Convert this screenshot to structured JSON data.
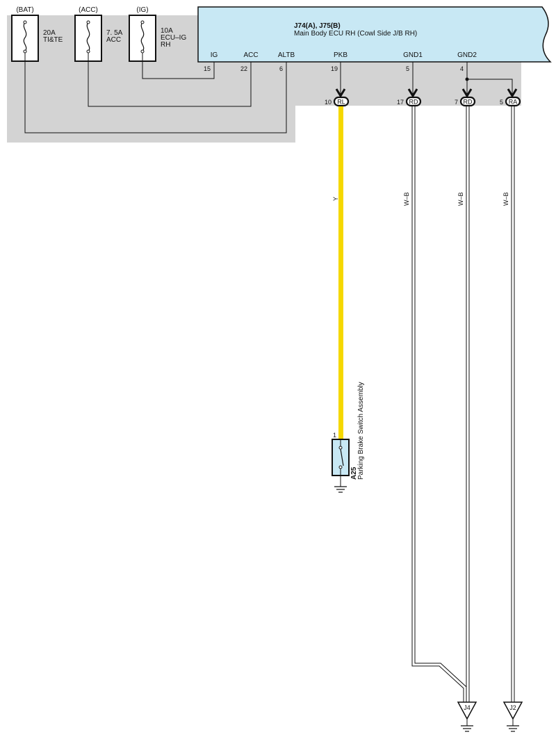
{
  "ecu": {
    "connectors": "J74(A), J75(B)",
    "name": "Main Body ECU RH (Cowl Side J/B RH)",
    "pins": {
      "ig": {
        "label": "IG",
        "num": "15"
      },
      "acc": {
        "label": "ACC",
        "num": "22"
      },
      "altb": {
        "label": "ALTB",
        "num": "6"
      },
      "pkb": {
        "label": "PKB",
        "num": "19"
      },
      "gnd1": {
        "label": "GND1",
        "num": "5"
      },
      "gnd2": {
        "label": "GND2",
        "num": "4"
      }
    }
  },
  "fuses": {
    "bat": {
      "source": "(BAT)",
      "rating": "20A",
      "name": "TI&TE"
    },
    "acc": {
      "source": "(ACC)",
      "rating": "7. 5A",
      "name": "ACC"
    },
    "ig": {
      "source": "(IG)",
      "rating": "10A",
      "name_line1": "ECU–IG",
      "name_line2": "RH"
    }
  },
  "junctions": {
    "rl": {
      "num": "10",
      "code": "RL"
    },
    "rd1": {
      "num": "17",
      "code": "RD"
    },
    "rd2": {
      "num": "7",
      "code": "RD"
    },
    "ra": {
      "num": "5",
      "code": "RA"
    }
  },
  "wires": {
    "pkb": {
      "color_code": "Y",
      "color": "#f5d800"
    },
    "gnd_a": {
      "color_code": "W–B"
    },
    "gnd_b": {
      "color_code": "W–B"
    },
    "gnd_c": {
      "color_code": "W–B"
    }
  },
  "switch": {
    "pin": "1",
    "code": "A25",
    "name": "Parking Brake Switch Assembly"
  },
  "grounds": {
    "j4": "J4",
    "j2": "J2"
  },
  "colors": {
    "ecu_fill": "#c8e8f4",
    "junction_block": "#d3d3d3",
    "wire_yellow": "#f5d800",
    "line": "#111111"
  }
}
